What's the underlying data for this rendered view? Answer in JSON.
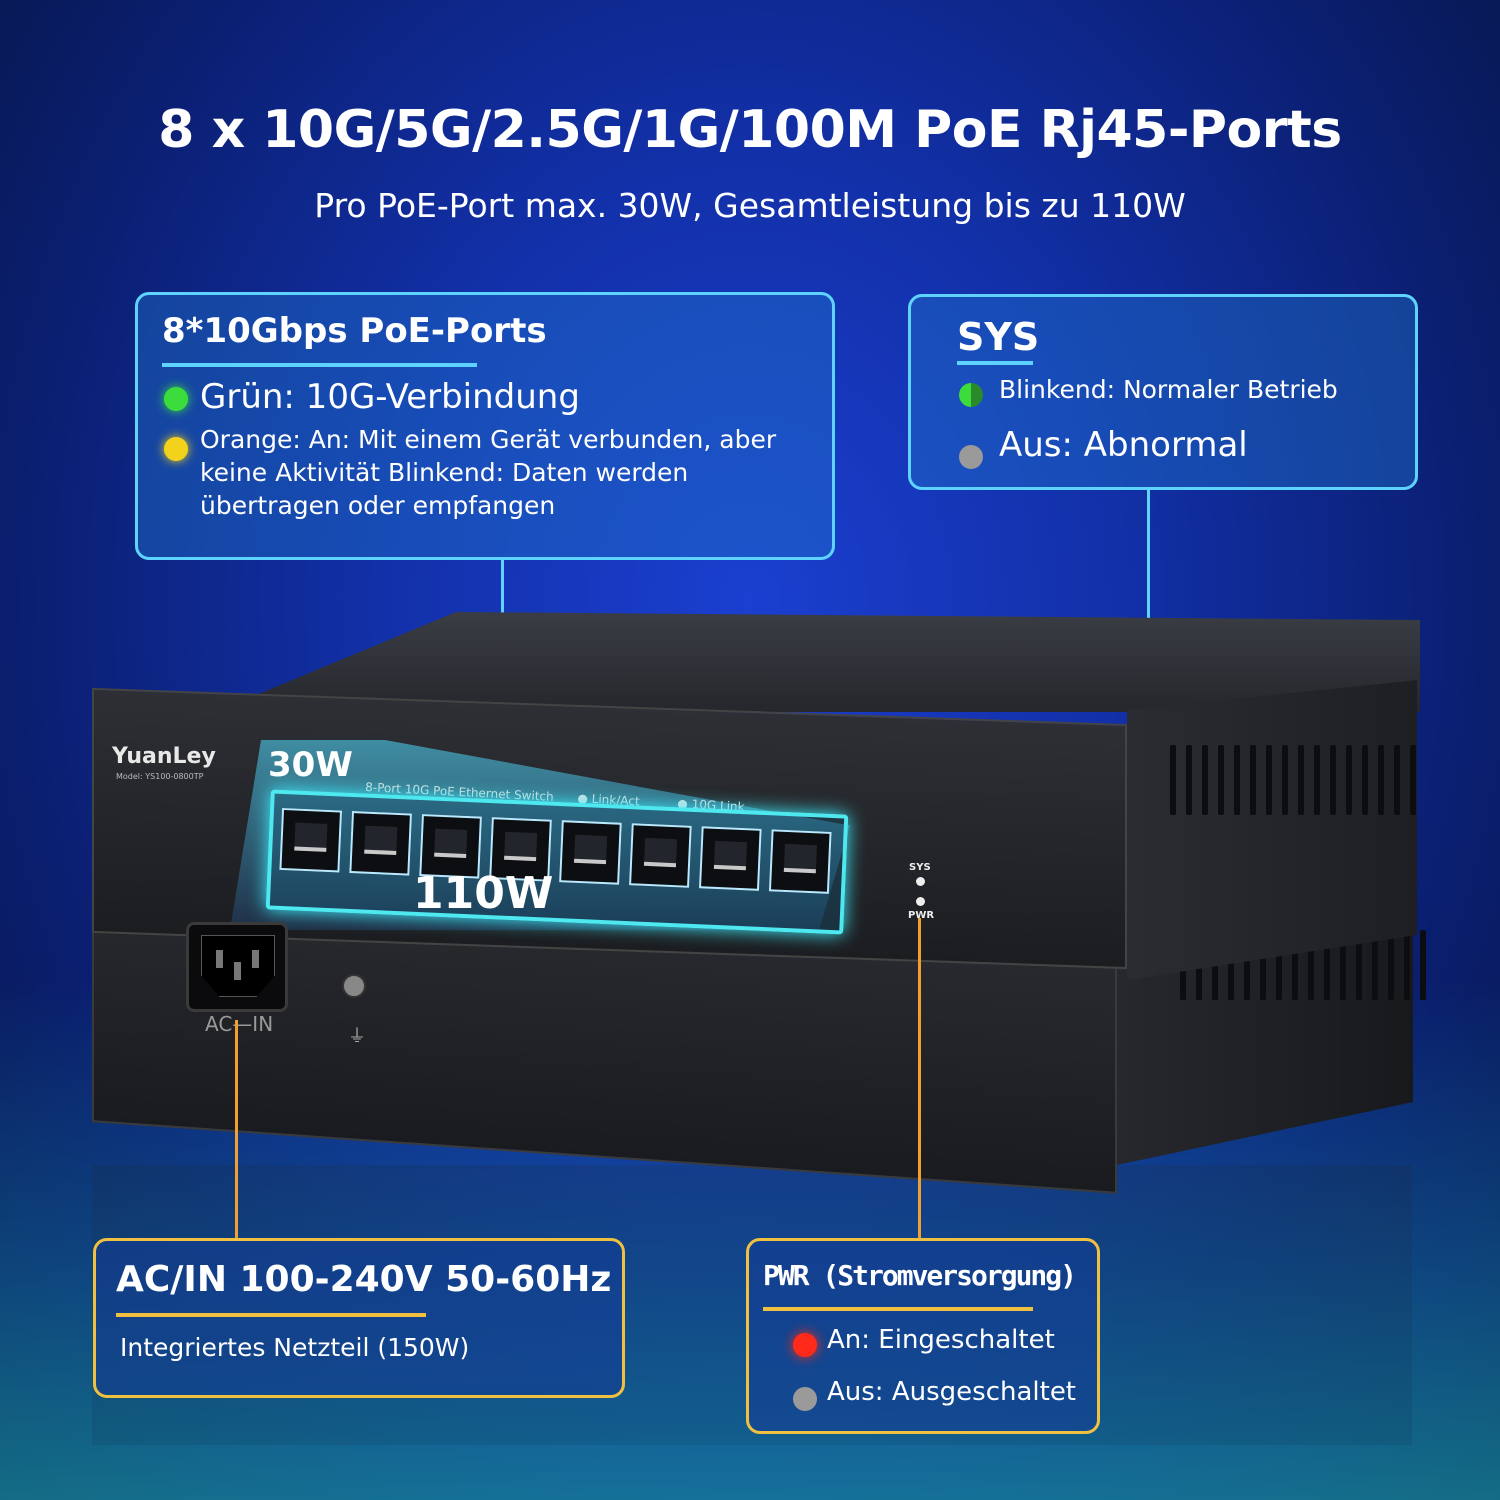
{
  "headline": "8 x 10G/5G/2.5G/1G/100M PoE Rj45-Ports",
  "subline": "Pro PoE-Port max. 30W, Gesamtleistung bis zu 110W",
  "ports_callout": {
    "title": "8*10Gbps PoE-Ports",
    "green_label": "Grün: 10G-Verbindung",
    "orange_label": "Orange: An: Mit einem Gerät verbunden, aber keine Aktivität Blinkend: Daten werden übertragen oder empfangen"
  },
  "sys_callout": {
    "title": "SYS",
    "blink_label": "Blinkend: Normaler Betrieb",
    "off_label": "Aus: Abnormal"
  },
  "ac_callout": {
    "title": "AC/IN 100-240V 50-60Hz",
    "detail": "Integriertes Netzteil (150W)"
  },
  "pwr_callout": {
    "title": "PWR (Stromversorgung)",
    "on_label": "An: Eingeschaltet",
    "off_label": "Aus: Ausgeschaltet"
  },
  "device": {
    "brand": "YuanLey",
    "model": "Model: YS100-0800TP",
    "port_panel_label": "8-Port 10G PoE Ethernet Switch",
    "link_act_label": "Link/Act",
    "tenG_link_label": "10G Link",
    "per_port_power": "30W",
    "total_power": "110W",
    "sys_led_label": "SYS",
    "pwr_led_label": "PWR",
    "ac_label": "AC—IN",
    "ground_symbol": "⏚"
  },
  "colors": {
    "cyan_accent": "#5fd3ff",
    "gold_accent": "#f0c040",
    "led_green": "#3ddc3d",
    "led_yellow": "#f2d21a",
    "led_red": "#ff2a1a",
    "led_grey": "#9a9a9a"
  }
}
